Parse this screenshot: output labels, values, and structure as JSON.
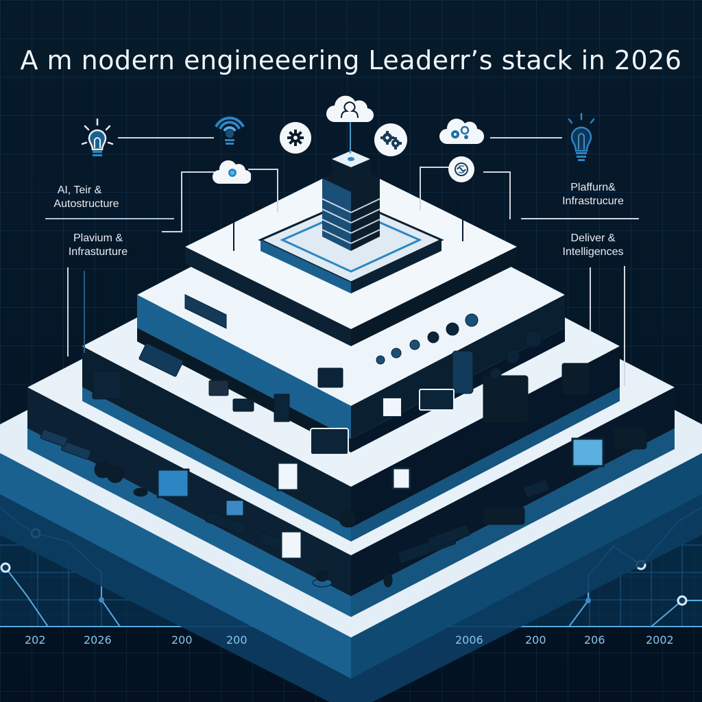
{
  "header": {
    "title": "A  m nodern engineeering Leaderr’s stack in 2026"
  },
  "labels": {
    "left_top": {
      "line1": "AI, Teir &",
      "line2": "Autostructure"
    },
    "left_bottom": {
      "line1": "Plavium &",
      "line2": "Infrasturture"
    },
    "right_top": {
      "line1": "Plaffurn&",
      "line2": "Infrastrucure"
    },
    "right_bottom": {
      "line1": "Deliver &",
      "line2": "Intelligences"
    }
  },
  "timeline": {
    "labels": [
      "202",
      "2026",
      "200",
      "200",
      "2006",
      "200",
      "206",
      "2002"
    ]
  },
  "icons": {
    "top_row": [
      "lightbulb-icon",
      "wifi-signal-icon",
      "gear-icon",
      "cloud-user-icon",
      "gears-icon",
      "cloud-gears-icon",
      "lightbulb-icon"
    ],
    "second_row": [
      "cloud-node-icon",
      "brain-icon"
    ]
  },
  "colors": {
    "background": "#04121f",
    "accent": "#1f6fa8",
    "platform_top": "#e8f1f8",
    "platform_side_dark": "#081a28",
    "platform_side_blue": "#1a6190",
    "text": "#f2f6fa",
    "axis_text": "#8cc4ea"
  }
}
